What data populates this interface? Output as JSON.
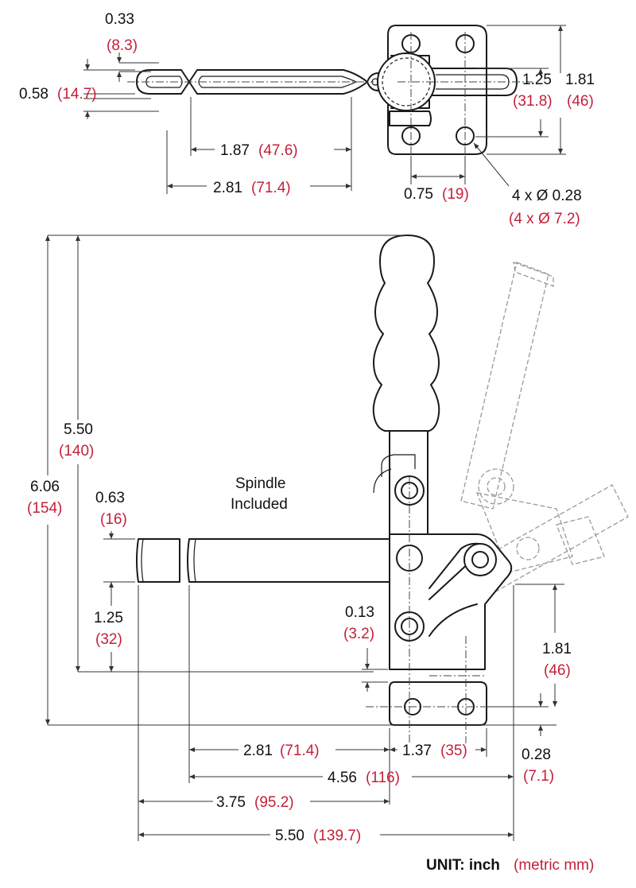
{
  "accent_color": "#c4203a",
  "top_view": {
    "d_033": {
      "imperial": "0.33",
      "metric": "(8.3)"
    },
    "d_058": {
      "imperial": "0.58",
      "metric": "(14.7)"
    },
    "d_187": {
      "imperial": "1.87",
      "metric": "(47.6)"
    },
    "d_281": {
      "imperial": "2.81",
      "metric": "(71.4)"
    },
    "d_125": {
      "imperial": "1.25",
      "metric": "(31.8)"
    },
    "d_181": {
      "imperial": "1.81",
      "metric": "(46)"
    },
    "d_075": {
      "imperial": "0.75",
      "metric": "(19)"
    },
    "holes": {
      "imperial": "4 x Ø 0.28",
      "metric": "(4 x Ø 7.2)"
    }
  },
  "side_view": {
    "spindle_note": [
      "Spindle",
      "Included"
    ],
    "d_550v": {
      "imperial": "5.50",
      "metric": "(140)"
    },
    "d_606": {
      "imperial": "6.06",
      "metric": "(154)"
    },
    "d_063": {
      "imperial": "0.63",
      "metric": "(16)"
    },
    "d_125": {
      "imperial": "1.25",
      "metric": "(32)"
    },
    "d_013": {
      "imperial": "0.13",
      "metric": "(3.2)"
    },
    "d_181": {
      "imperial": "1.81",
      "metric": "(46)"
    },
    "d_028": {
      "imperial": "0.28",
      "metric": "(7.1)"
    },
    "d_281": {
      "imperial": "2.81",
      "metric": "(71.4)"
    },
    "d_137": {
      "imperial": "1.37",
      "metric": "(35)"
    },
    "d_456": {
      "imperial": "4.56",
      "metric": "(116)"
    },
    "d_375": {
      "imperial": "3.75",
      "metric": "(95.2)"
    },
    "d_550h": {
      "imperial": "5.50",
      "metric": "(139.7)"
    }
  },
  "unit_note": {
    "label": "UNIT: inch",
    "metric": "(metric mm)"
  }
}
